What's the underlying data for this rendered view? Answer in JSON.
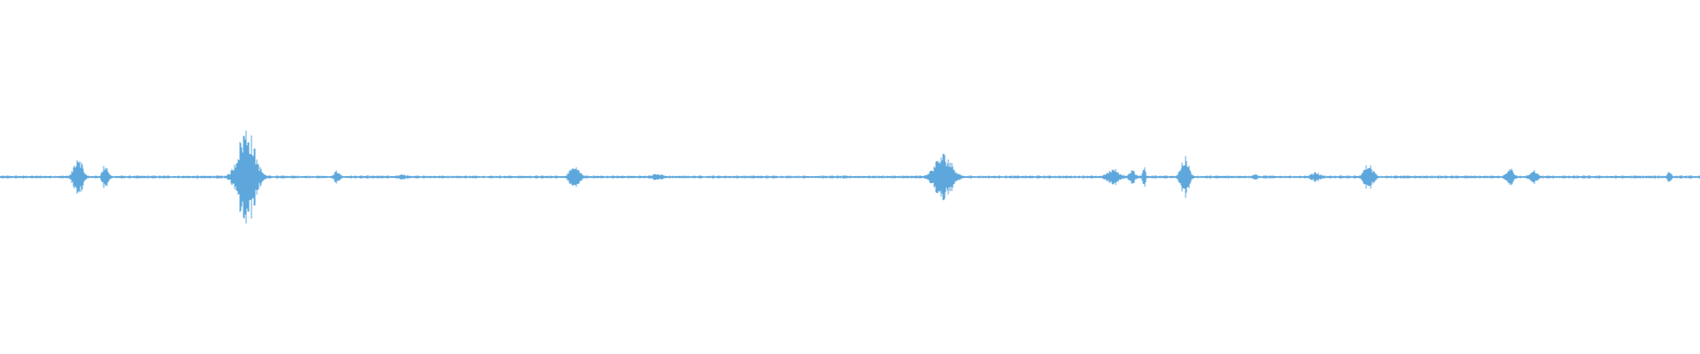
{
  "waveform": {
    "color": "#5DA7DC",
    "baseline_amplitude": 0.006,
    "bursts": [
      {
        "position": 0.046,
        "amplitude": 0.14,
        "width": 0.0035
      },
      {
        "position": 0.062,
        "amplitude": 0.08,
        "width": 0.0025
      },
      {
        "position": 0.145,
        "amplitude": 0.3,
        "width": 0.007
      },
      {
        "position": 0.198,
        "amplitude": 0.04,
        "width": 0.0025
      },
      {
        "position": 0.237,
        "amplitude": 0.015,
        "width": 0.005
      },
      {
        "position": 0.338,
        "amplitude": 0.06,
        "width": 0.0045
      },
      {
        "position": 0.386,
        "amplitude": 0.02,
        "width": 0.006
      },
      {
        "position": 0.555,
        "amplitude": 0.14,
        "width": 0.0075
      },
      {
        "position": 0.655,
        "amplitude": 0.05,
        "width": 0.0055
      },
      {
        "position": 0.666,
        "amplitude": 0.04,
        "width": 0.003
      },
      {
        "position": 0.673,
        "amplitude": 0.07,
        "width": 0.0012
      },
      {
        "position": 0.697,
        "amplitude": 0.12,
        "width": 0.0035
      },
      {
        "position": 0.738,
        "amplitude": 0.02,
        "width": 0.0025
      },
      {
        "position": 0.774,
        "amplitude": 0.03,
        "width": 0.004
      },
      {
        "position": 0.805,
        "amplitude": 0.08,
        "width": 0.004
      },
      {
        "position": 0.888,
        "amplitude": 0.06,
        "width": 0.003
      },
      {
        "position": 0.902,
        "amplitude": 0.05,
        "width": 0.003
      },
      {
        "position": 0.982,
        "amplitude": 0.05,
        "width": 0.0015
      }
    ]
  }
}
